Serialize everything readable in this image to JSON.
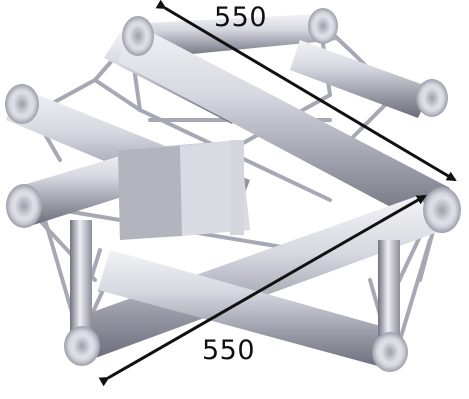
{
  "image": {
    "subject": "truss-cross-junction",
    "palette": {
      "background": "#ffffff",
      "tube_light": "#f1f1f5",
      "tube_mid": "#c4c5cf",
      "tube_dark": "#7d7f8c",
      "tube_shadow": "#5d5f6b",
      "arrow": "#111111"
    }
  },
  "dimensions": {
    "top_label": "550",
    "bottom_label": "550"
  }
}
